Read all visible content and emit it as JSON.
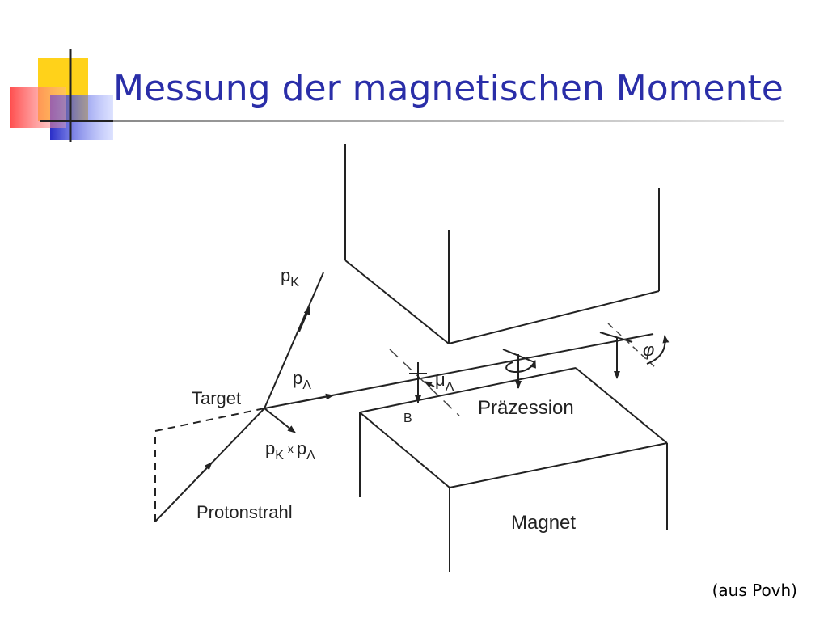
{
  "slide": {
    "title": "Messung der magnetischen Momente",
    "credit": "(aus Povh)"
  },
  "diagram": {
    "labels": {
      "p_k": "p",
      "p_k_sub": "K",
      "p_lambda": "p",
      "p_lambda_sub": "Λ",
      "target": "Target",
      "cross_product_p": "p",
      "cross_product_k": "K",
      "cross_product_x": "x",
      "cross_product_p2": "p",
      "cross_product_lambda": "Λ",
      "mu": "μ",
      "mu_sub": "Λ",
      "b_field": "B",
      "precession": "Präzession",
      "phi": "φ",
      "proton_beam": "Protonstrahl",
      "magnet": "Magnet"
    }
  }
}
